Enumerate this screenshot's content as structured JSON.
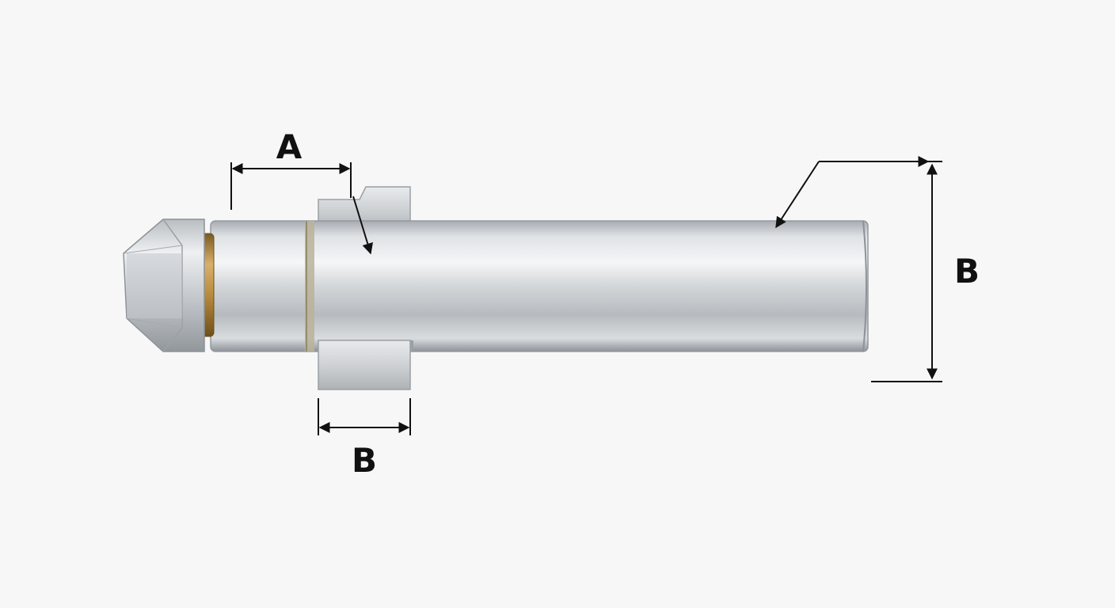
{
  "labels": {
    "dimension_a": "A",
    "dimension_b_lug": "B",
    "dimension_b_diameter": "B"
  },
  "colors": {
    "background": "#f7f7f7",
    "steel_light": "#f1f3f5",
    "steel_mid": "#c4c8cc",
    "steel_dark": "#8d9298",
    "brass": "#b88a3c",
    "dimension_line": "#111111"
  }
}
